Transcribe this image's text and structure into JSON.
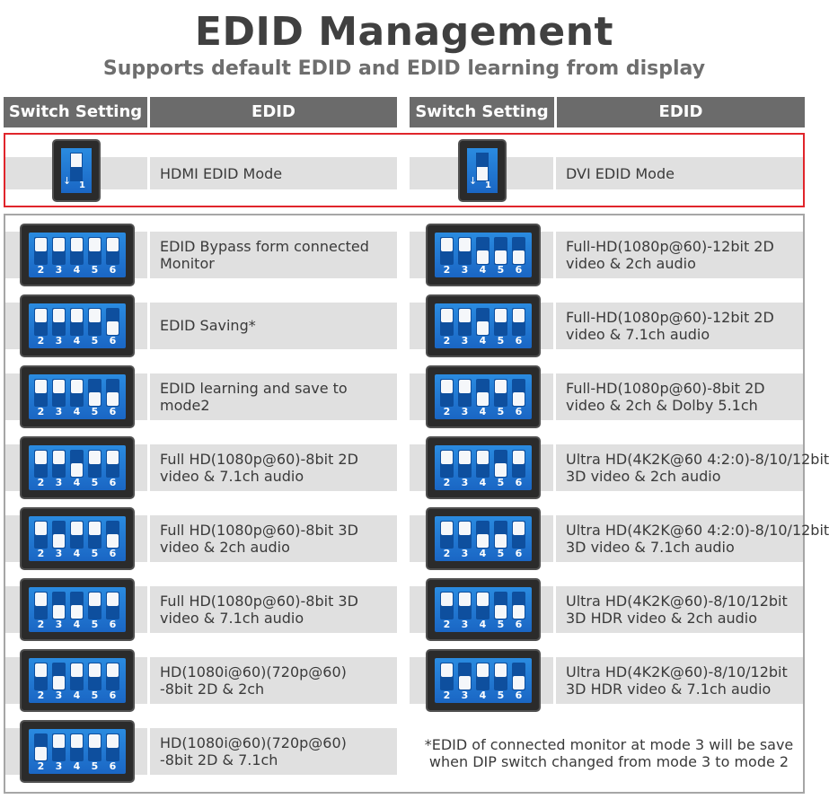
{
  "title": "EDID Management",
  "subtitle": "Supports default EDID and EDID learning from display",
  "headers": [
    {
      "switch": "Switch Setting",
      "edid": "EDID"
    },
    {
      "switch": "Switch Setting",
      "edid": "EDID"
    }
  ],
  "modes": [
    {
      "label": "HDMI EDID Mode",
      "switch_on": true,
      "number": "1"
    },
    {
      "label": "DVI EDID Mode",
      "switch_on": false,
      "number": "1"
    }
  ],
  "switch_numbers": [
    "2",
    "3",
    "4",
    "5",
    "6"
  ],
  "left_rows": [
    {
      "line1": "EDID Bypass form connected",
      "line2": "Monitor",
      "switches": [
        1,
        1,
        1,
        1,
        1
      ]
    },
    {
      "line1": "EDID Saving*",
      "line2": "",
      "switches": [
        1,
        1,
        1,
        1,
        0
      ]
    },
    {
      "line1": "EDID learning and save to",
      "line2": "mode2",
      "switches": [
        1,
        1,
        1,
        0,
        0
      ]
    },
    {
      "line1": "Full HD(1080p@60)-8bit 2D",
      "line2": "video & 7.1ch audio",
      "switches": [
        1,
        1,
        0,
        1,
        1
      ]
    },
    {
      "line1": "Full HD(1080p@60)-8bit 3D",
      "line2": "video & 2ch audio",
      "switches": [
        1,
        0,
        1,
        1,
        0
      ]
    },
    {
      "line1": "Full HD(1080p@60)-8bit 3D",
      "line2": "video & 7.1ch audio",
      "switches": [
        1,
        0,
        0,
        1,
        1
      ]
    },
    {
      "line1": "HD(1080i@60)(720p@60)",
      "line2": "-8bit 2D & 2ch",
      "switches": [
        1,
        0,
        1,
        1,
        1
      ]
    },
    {
      "line1": "HD(1080i@60)(720p@60)",
      "line2": "-8bit 2D & 7.1ch",
      "switches": [
        0,
        1,
        1,
        1,
        1
      ]
    }
  ],
  "right_rows": [
    {
      "line1": "Full-HD(1080p@60)-12bit 2D",
      "line2": "video & 2ch audio",
      "switches": [
        1,
        1,
        0,
        0,
        0
      ]
    },
    {
      "line1": "Full-HD(1080p@60)-12bit 2D",
      "line2": "video & 7.1ch audio",
      "switches": [
        1,
        1,
        0,
        1,
        1
      ]
    },
    {
      "line1": "Full-HD(1080p@60)-8bit 2D",
      "line2": "video & 2ch & Dolby 5.1ch",
      "switches": [
        1,
        1,
        0,
        1,
        0
      ]
    },
    {
      "line1": "Ultra HD(4K2K@60 4:2:0)-8/10/12bit",
      "line2": "3D video & 2ch audio",
      "switches": [
        1,
        1,
        1,
        0,
        1
      ]
    },
    {
      "line1": "Ultra HD(4K2K@60 4:2:0)-8/10/12bit",
      "line2": "3D video & 7.1ch audio",
      "switches": [
        1,
        1,
        0,
        0,
        1
      ]
    },
    {
      "line1": "Ultra HD(4K2K@60)-8/10/12bit",
      "line2": "3D HDR video & 2ch audio",
      "switches": [
        1,
        1,
        1,
        0,
        0
      ]
    },
    {
      "line1": "Ultra HD(4K2K@60)-8/10/12bit",
      "line2": "3D HDR video & 7.1ch audio",
      "switches": [
        1,
        0,
        1,
        1,
        0
      ]
    }
  ],
  "note": {
    "line1": "*EDID of connected monitor at mode 3 will be save",
    "line2": "when DIP switch changed from mode 3 to mode 2"
  },
  "colors": {
    "header_bg": "#6b6b6b",
    "row_band": "#e0e0e0",
    "mode_border": "#e0252b",
    "switch_blue": "#1a66c4"
  }
}
